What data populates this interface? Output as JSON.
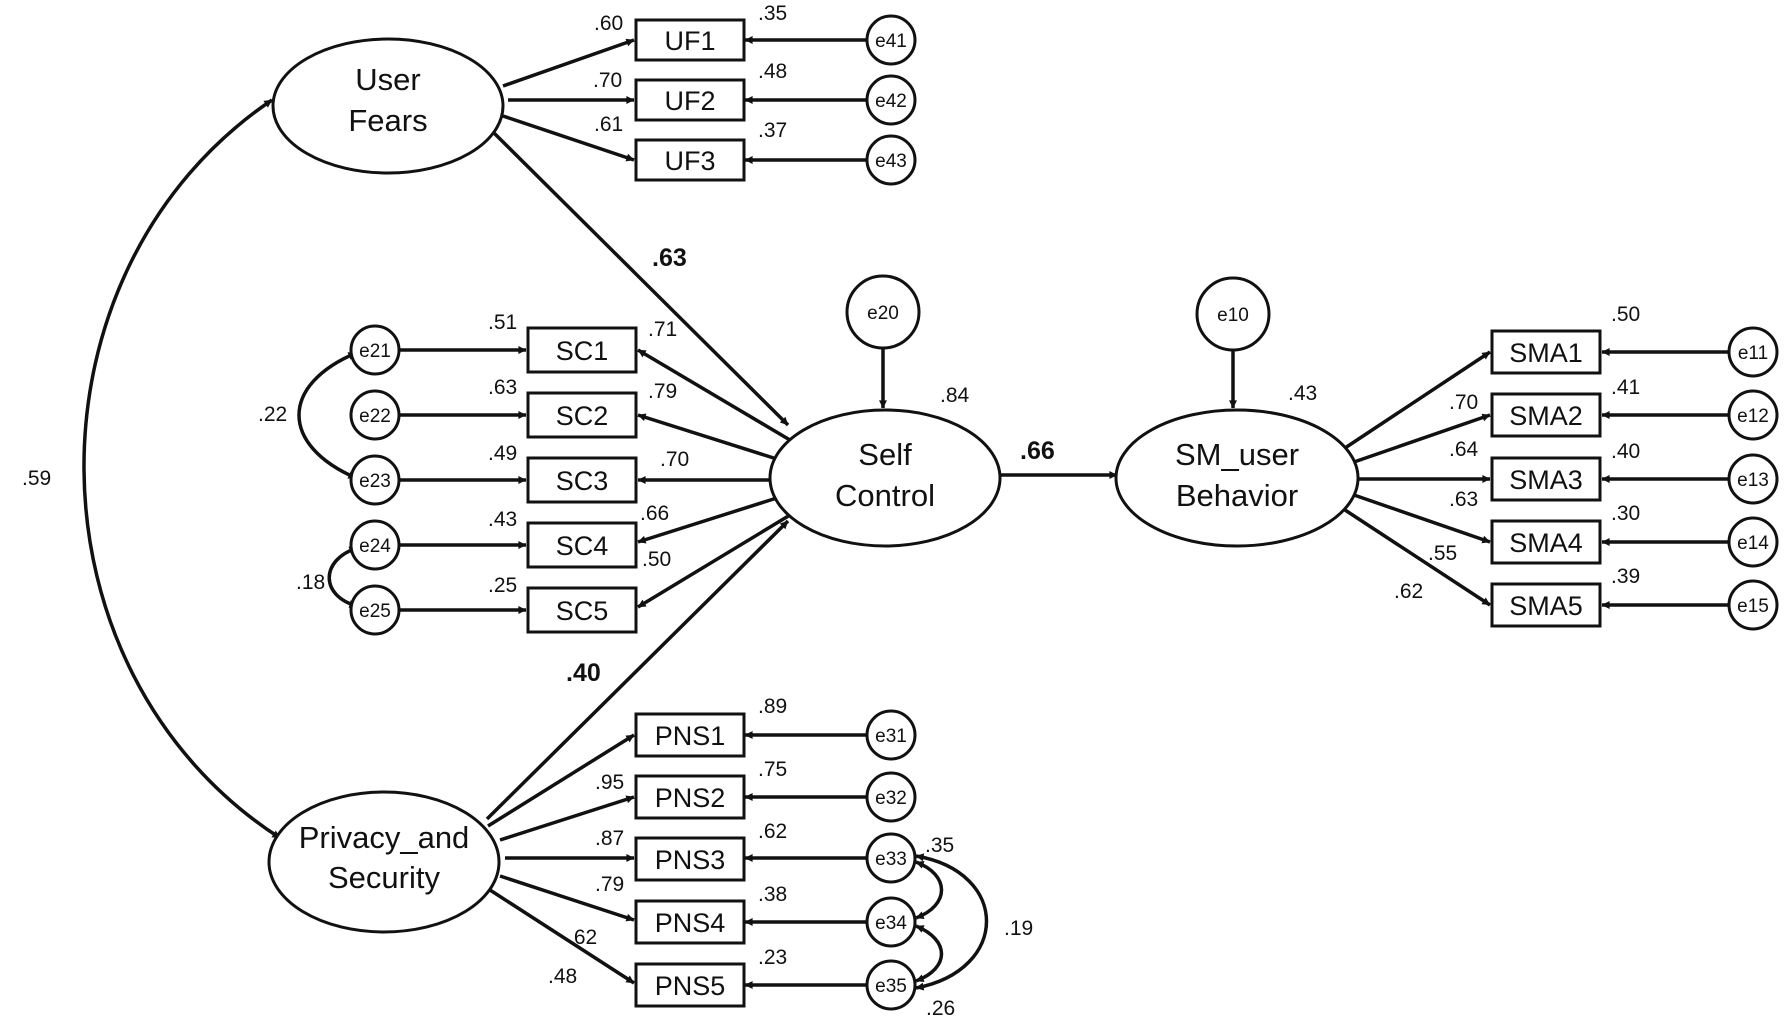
{
  "latents": {
    "uf": [
      "User",
      "Fears"
    ],
    "sc": [
      "Self",
      "Control"
    ],
    "sm": [
      "SM_user",
      "Behavior"
    ],
    "pns": [
      "Privacy_and",
      "Security"
    ]
  },
  "errors": {
    "e10": "e10",
    "e11": "e11",
    "e12": "e12",
    "e13": "e13",
    "e14": "e14",
    "e15": "e15",
    "e20": "e20",
    "e21": "e21",
    "e22": "e22",
    "e23": "e23",
    "e24": "e24",
    "e25": "e25",
    "e31": "e31",
    "e32": "e32",
    "e33": "e33",
    "e34": "e34",
    "e35": "e35",
    "e41": "e41",
    "e42": "e42",
    "e43": "e43"
  },
  "indicators": {
    "UF1": "UF1",
    "UF2": "UF2",
    "UF3": "UF3",
    "SC1": "SC1",
    "SC2": "SC2",
    "SC3": "SC3",
    "SC4": "SC4",
    "SC5": "SC5",
    "SMA1": "SMA1",
    "SMA2": "SMA2",
    "SMA3": "SMA3",
    "SMA4": "SMA4",
    "SMA5": "SMA5",
    "PNS1": "PNS1",
    "PNS2": "PNS2",
    "PNS3": "PNS3",
    "PNS4": "PNS4",
    "PNS5": "PNS5"
  },
  "coefficients": {
    "uf_sc": ".63",
    "pns_sc": ".40",
    "sc_sm": ".66",
    "uf_pns_cov": ".59",
    "r2_sc": ".84",
    "r2_sm": ".43",
    "cov_e21_e23": ".22",
    "cov_e24_e25": ".18",
    "cov_e33_e34": ".35",
    "cov_e33_e35": ".19",
    "cov_e34_e35": ".26",
    "load": {
      "UF1": ".60",
      "UF2": ".70",
      "UF3": ".61",
      "SC1": ".71",
      "SC2": ".79",
      "SC3": ".70",
      "SC4": ".66",
      "SC5": ".50",
      "SMA2": ".70",
      "SMA3": ".64",
      "SMA4": ".63",
      "SMA5": ".62",
      "SMA5b": ".55",
      "PNS2": ".95",
      "PNS3": ".87",
      "PNS4": ".79",
      "PNS5": ".62",
      "PNS5b": ".48"
    },
    "r2": {
      "UF1": ".35",
      "UF2": ".48",
      "UF3": ".37",
      "SC1": ".51",
      "SC2": ".63",
      "SC3": ".49",
      "SC4": ".43",
      "SC5": ".25",
      "SMA1": ".50",
      "SMA2": ".41",
      "SMA3": ".40",
      "SMA4": ".30",
      "SMA5": ".39",
      "PNS1": ".89",
      "PNS2": ".75",
      "PNS3": ".62",
      "PNS4": ".38",
      "PNS5": ".23"
    }
  }
}
